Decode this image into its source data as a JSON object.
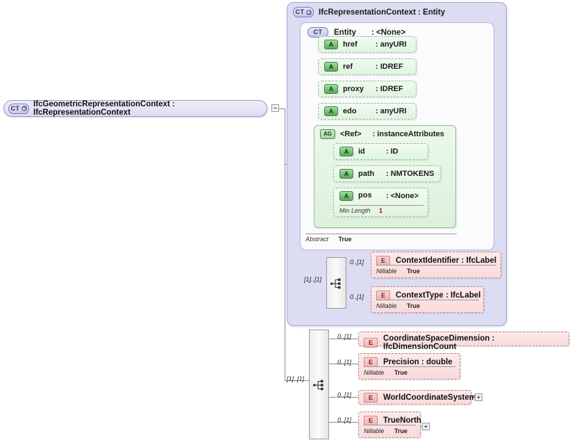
{
  "diagram": {
    "kind": "xsd-schema-diagram",
    "root": {
      "badge": "CT",
      "badge_icon": "complex-type-expand-icon",
      "label": "IfcGeometricRepresentationContext : IfcRepresentationContext",
      "collapse_handle": "minus"
    },
    "complex_type_panel": {
      "badge": "CT",
      "label": "IfcRepresentationContext : Entity",
      "entity_box": {
        "badge": "CT",
        "name": "Entity",
        "type": ": <None>",
        "attributes": [
          {
            "badge": "A",
            "name": "href",
            "type": ": anyURI"
          },
          {
            "badge": "A",
            "name": "ref",
            "type": ": IDREF"
          },
          {
            "badge": "A",
            "name": "proxy",
            "type": ": IDREF"
          },
          {
            "badge": "A",
            "name": "edo",
            "type": ": anyURI"
          }
        ],
        "attribute_group": {
          "badge": "AG",
          "name": "<Ref>",
          "type": ": instanceAttributes",
          "attributes": [
            {
              "badge": "A",
              "name": "id",
              "type": ": ID"
            },
            {
              "badge": "A",
              "name": "path",
              "type": ": NMTOKENS"
            },
            {
              "badge": "A",
              "name": "pos",
              "type": ": <None>",
              "facet_key": "Min Length",
              "facet_value": "1"
            }
          ]
        },
        "abstract_key": "Abstract",
        "abstract_value": "True"
      },
      "sequence": {
        "name": "sequence-compositor",
        "cardinality": "[1]..[1]",
        "elements": [
          {
            "badge": "E",
            "label": "ContextIdentifier : IfcLabel",
            "cardinality": "0..[1]",
            "nillable_key": "Nillable",
            "nillable_value": "True",
            "expandable": false
          },
          {
            "badge": "E",
            "label": "ContextType : IfcLabel",
            "cardinality": "0..[1]",
            "nillable_key": "Nillable",
            "nillable_value": "True",
            "expandable": false
          }
        ]
      }
    },
    "bottom_sequence": {
      "name": "sequence-compositor",
      "cardinality": "[1]..[1]",
      "elements": [
        {
          "badge": "E",
          "label": "CoordinateSpaceDimension : IfcDimensionCount",
          "cardinality": "0..[1]",
          "nillable_key": null,
          "nillable_value": null,
          "expandable": false
        },
        {
          "badge": "E",
          "label": "Precision : double",
          "cardinality": "0..[1]",
          "nillable_key": "Nillable",
          "nillable_value": "True",
          "expandable": false
        },
        {
          "badge": "E",
          "label": "WorldCoordinateSystem",
          "cardinality": "0..[1]",
          "nillable_key": null,
          "nillable_value": null,
          "expandable": true
        },
        {
          "badge": "E",
          "label": "TrueNorth",
          "cardinality": "0..[1]",
          "nillable_key": "Nillable",
          "nillable_value": "True",
          "expandable": true
        }
      ]
    },
    "colors": {
      "complex_type_fill": "#dcdcf2",
      "attribute_fill": "#e0f4e0",
      "element_fill": "#f9dada",
      "facet_value": "#c00000",
      "line": "#8a8a8a"
    }
  }
}
